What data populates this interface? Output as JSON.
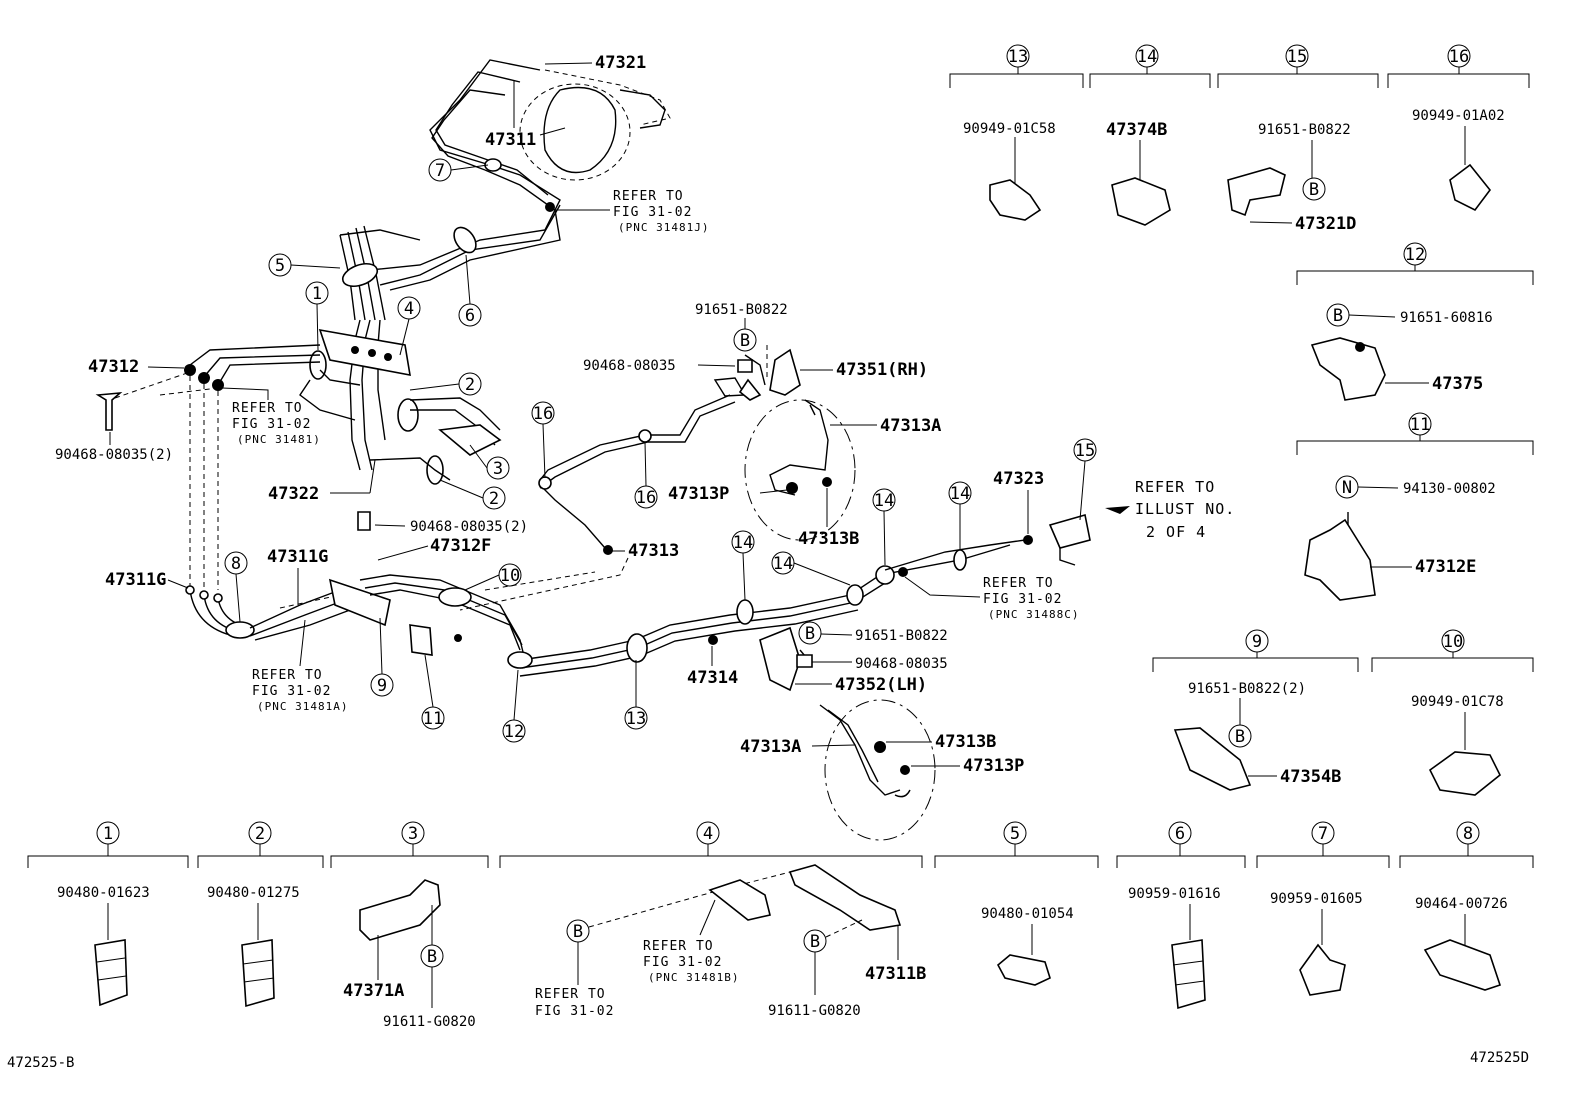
{
  "diagram": {
    "footer_left": "472525-B",
    "footer_right": "472525D",
    "part_labels": {
      "p47321": "47321",
      "p47311": "47311",
      "p47312": "47312",
      "p90468_08035_2_a": "90468-08035(2)",
      "p47322": "47322",
      "p90468_08035_2_b": "90468-08035(2)",
      "p47312F": "47312F",
      "p47311G_a": "47311G",
      "p47311G_b": "47311G",
      "p91651_B0822_top": "91651-B0822",
      "p90468_08035_top": "90468-08035",
      "p47351RH": "47351(RH)",
      "p47313A_top": "47313A",
      "p47313P_top": "47313P",
      "p47313B_top": "47313B",
      "p47313": "47313",
      "p47323": "47323",
      "p47314": "47314",
      "p91651_B0822_mid": "91651-B0822",
      "p90468_08035_mid": "90468-08035",
      "p47352LH": "47352(LH)",
      "p47313A_bot": "47313A",
      "p47313B_bot": "47313B",
      "p47313P_bot": "47313P"
    },
    "refer_notes": {
      "r1": [
        "REFER TO",
        "FIG 31-02",
        "(PNC 31481J)"
      ],
      "r2": [
        "REFER TO",
        "FIG 31-02",
        "(PNC 31481)"
      ],
      "r3": [
        "REFER TO",
        "FIG 31-02",
        "(PNC 31481A)"
      ],
      "r4": [
        "REFER TO",
        "FIG 31-02",
        "(PNC 31488C)"
      ],
      "r5": [
        "REFER TO",
        "ILLUST NO.",
        "2 OF 4"
      ],
      "r6": [
        "REFER TO",
        "FIG 31-02",
        "(PNC 31481B)"
      ],
      "r7": [
        "REFER TO",
        "FIG 31-02"
      ]
    },
    "callouts": {
      "c1": "1",
      "c2": "2",
      "c3": "3",
      "c4": "4",
      "c5": "5",
      "c6": "6",
      "c7": "7",
      "c8": "8",
      "c9": "9",
      "c10": "10",
      "c11": "11",
      "c12": "12",
      "c13": "13",
      "c14": "14",
      "c15": "15",
      "c16": "16",
      "B": "B",
      "N": "N"
    },
    "detail_boxes": {
      "d13": {
        "num": "13",
        "parts": [
          "90949-01C58"
        ]
      },
      "d14": {
        "num": "14",
        "parts": [
          "47374B"
        ]
      },
      "d15": {
        "num": "15",
        "parts": [
          "91651-B0822",
          "47321D"
        ]
      },
      "d16": {
        "num": "16",
        "parts": [
          "90949-01A02"
        ]
      },
      "d12": {
        "num": "12",
        "parts": [
          "91651-60816",
          "47375"
        ]
      },
      "d11": {
        "num": "11",
        "parts": [
          "94130-00802",
          "47312E"
        ]
      },
      "d9": {
        "num": "9",
        "parts": [
          "91651-B0822(2)",
          "47354B"
        ]
      },
      "d10": {
        "num": "10",
        "parts": [
          "90949-01C78"
        ]
      },
      "d1": {
        "num": "1",
        "parts": [
          "90480-01623"
        ]
      },
      "d2": {
        "num": "2",
        "parts": [
          "90480-01275"
        ]
      },
      "d3": {
        "num": "3",
        "parts": [
          "47371A",
          "91611-G0820"
        ]
      },
      "d4": {
        "num": "4",
        "parts": [
          "47311B",
          "91611-G0820"
        ]
      },
      "d5": {
        "num": "5",
        "parts": [
          "90480-01054"
        ]
      },
      "d6": {
        "num": "6",
        "parts": [
          "90959-01616"
        ]
      },
      "d7": {
        "num": "7",
        "parts": [
          "90959-01605"
        ]
      },
      "d8": {
        "num": "8",
        "parts": [
          "90464-00726"
        ]
      }
    }
  }
}
